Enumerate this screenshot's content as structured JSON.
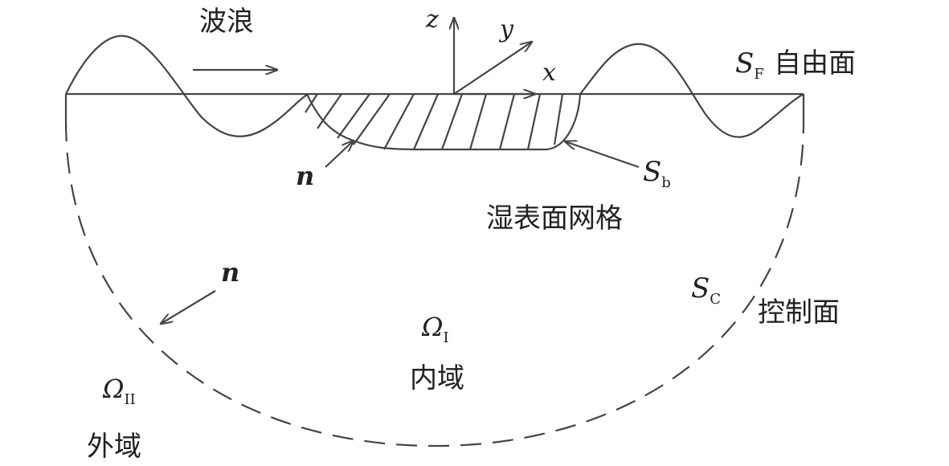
{
  "labels": {
    "wave": "波浪",
    "axis_z": "z",
    "axis_y": "y",
    "axis_x": "x",
    "free_surface_symbol": "S",
    "free_surface_sub": "F",
    "free_surface_name": "自由面",
    "normal_top": "n",
    "body_surface_symbol": "S",
    "body_surface_sub": "b",
    "wet_surface_mesh": "湿表面网格",
    "normal_bottom": "n",
    "control_surface_symbol": "S",
    "control_surface_sub": "C",
    "control_surface_name": "控制面",
    "inner_domain_symbol": "Ω",
    "inner_domain_sub": "I",
    "inner_domain_name": "内域",
    "outer_domain_symbol": "Ω",
    "outer_domain_sub": "II",
    "outer_domain_name": "外域"
  },
  "colors": {
    "line": "#444444",
    "text": "#222222"
  }
}
